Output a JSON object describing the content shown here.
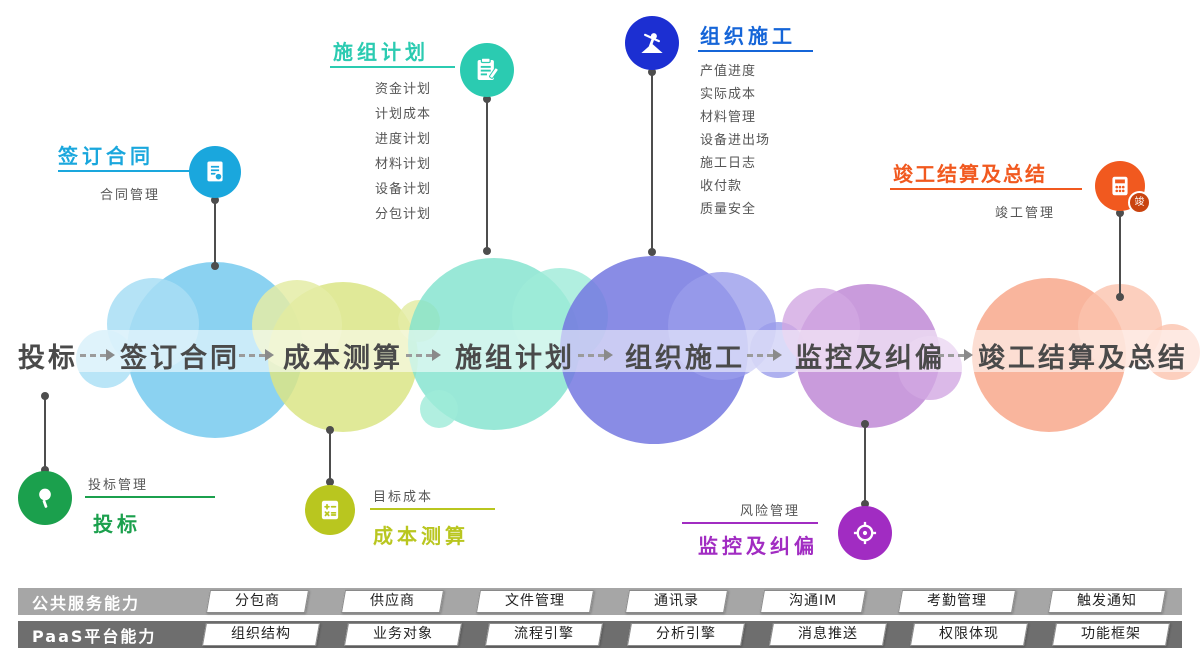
{
  "timeline": {
    "stages": [
      {
        "label": "投标"
      },
      {
        "label": "签订合同"
      },
      {
        "label": "成本测算"
      },
      {
        "label": "施组计划"
      },
      {
        "label": "组织施工"
      },
      {
        "label": "监控及纠偏"
      },
      {
        "label": "竣工结算及总结"
      }
    ]
  },
  "callouts": {
    "sign_contract": {
      "title": "签订合同",
      "subtitle": "合同管理"
    },
    "construction_plan": {
      "title": "施组计划",
      "items": [
        "资金计划",
        "计划成本",
        "进度计划",
        "材料计划",
        "设备计划",
        "分包计划"
      ]
    },
    "organize_construction": {
      "title": "组织施工",
      "items": [
        "产值进度",
        "实际成本",
        "材料管理",
        "设备进出场",
        "施工日志",
        "收付款",
        "质量安全"
      ]
    },
    "completion": {
      "title": "竣工结算及总结",
      "subtitle": "竣工管理",
      "badge": "竣"
    },
    "bidding": {
      "title": "投标",
      "subtitle": "投标管理"
    },
    "cost_estimate": {
      "title": "成本测算",
      "subtitle": "目标成本"
    },
    "monitoring": {
      "title": "监控及纠偏",
      "subtitle": "风险管理"
    }
  },
  "capabilities": {
    "rows": [
      {
        "header": "公共服务能力",
        "items": [
          "分包商",
          "供应商",
          "文件管理",
          "通讯录",
          "沟通IM",
          "考勤管理",
          "触发通知"
        ]
      },
      {
        "header": "PaaS平台能力",
        "items": [
          "组织结构",
          "业务对象",
          "流程引擎",
          "分析引擎",
          "消息推送",
          "权限体现",
          "功能框架"
        ]
      }
    ]
  },
  "colors": {
    "bid-green": "#1ba04d",
    "contract-blue": "#1aa7dd",
    "cost-yellow": "#b9c61f",
    "plan-teal": "#2bcbb1",
    "build-blue": "#1565d8",
    "build-icon-blue": "#1c2fd2",
    "monitor-purple": "#a12cc2",
    "complete-orange": "#f1591f",
    "timeline-text": "#4a4a4a",
    "connector-gray": "#4d4d4d",
    "row1-gray": "#a6a6a6",
    "row2-gray": "#6e6e6e",
    "bubble-blue": "#7ecdef",
    "bubble-blue-light": "#a8def5",
    "bubble-yellow": "#dbe586",
    "bubble-yellow-light": "#e4eca6",
    "bubble-teal": "#7fe2cd",
    "bubble-teal-light": "#9debd8",
    "bubble-indigo": "#7478e0",
    "bubble-indigo-light": "#9a9ceb",
    "bubble-purple": "#c08ad6",
    "bubble-purple-light": "#d2a8e2",
    "bubble-salmon": "#f8a88c",
    "bubble-salmon-light": "#fbc3ae"
  }
}
